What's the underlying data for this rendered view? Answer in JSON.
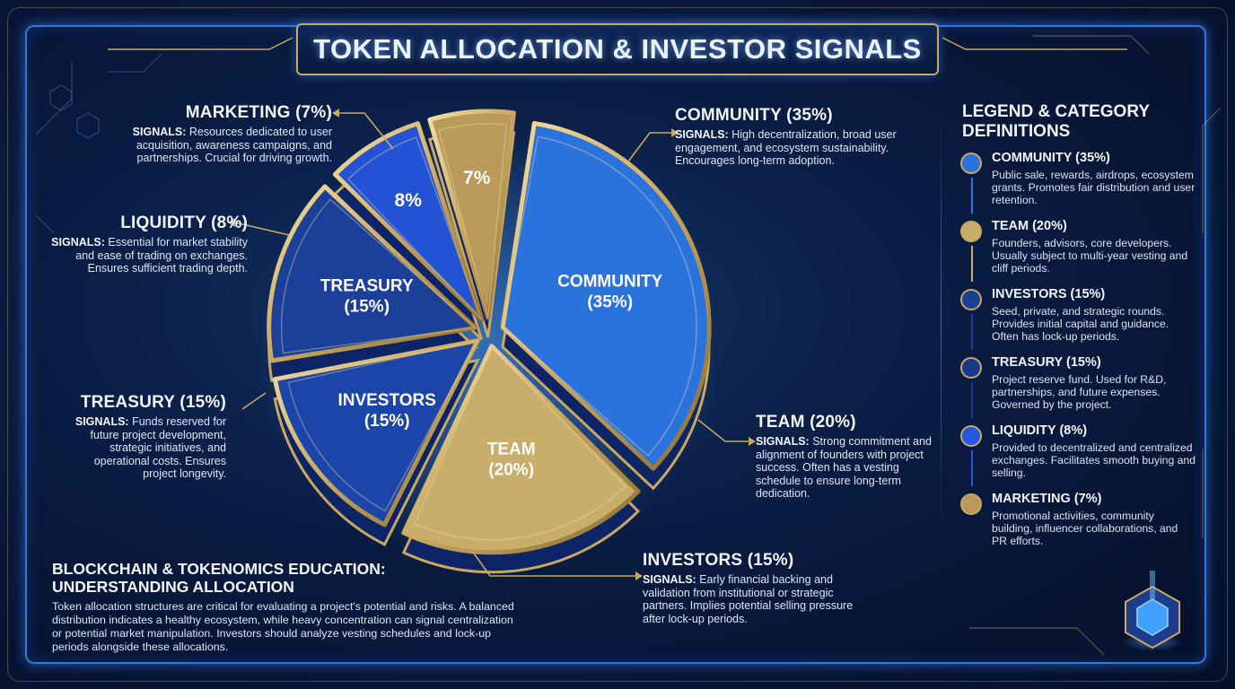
{
  "title": "TOKEN ALLOCATION & INVESTOR SIGNALS",
  "colors": {
    "blue": "#2a6fd6",
    "deep_blue": "#1a3c9c",
    "gold": "#c9a860",
    "frame": "#2e78e0"
  },
  "chart_data": {
    "type": "pie",
    "categories": [
      "COMMUNITY",
      "TEAM",
      "INVESTORS",
      "TREASURY",
      "LIQUIDITY",
      "MARKETING"
    ],
    "values": [
      35,
      20,
      15,
      15,
      8,
      7
    ],
    "slice_labels": [
      "COMMUNITY (35%)",
      "TEAM (20%)",
      "INVESTORS (15%)",
      "TREASURY (15%)",
      "8%",
      "7%"
    ],
    "slice_colors": [
      "#2a72dc",
      "#c9ad6a",
      "#1b45a8",
      "#1c3f9a",
      "#2253d4",
      "#b99a5a"
    ]
  },
  "signals_prefix": "SIGNALS:",
  "annotations": {
    "community": {
      "head": "COMMUNITY (35%)",
      "text": "High decentralization, broad user engagement, and ecosystem sustainability. Encourages long-term adoption."
    },
    "marketing": {
      "head": "MARKETING (7%)",
      "text": "Resources dedicated to user acquisition, awareness campaigns, and partnerships. Crucial for driving growth."
    },
    "liquidity": {
      "head": "LIQUIDITY (8%)",
      "text": "Essential for market stability and ease of trading on exchanges. Ensures sufficient trading depth."
    },
    "treasury": {
      "head": "TREASURY (15%)",
      "text": "Funds reserved for future project development, strategic initiatives, and operational costs. Ensures project longevity."
    },
    "team": {
      "head": "TEAM (20%)",
      "text": "Strong commitment and alignment of founders with project success. Often has a vesting schedule to ensure long-term dedication."
    },
    "investors": {
      "head": "INVESTORS (15%)",
      "text": "Early financial backing and validation from institutional or strategic partners. Implies potential selling pressure after lock-up periods."
    }
  },
  "legend": {
    "title": "LEGEND & CATEGORY DEFINITIONS",
    "items": [
      {
        "label": "COMMUNITY (35%)",
        "text": "Public sale, rewards, airdrops, ecosystem grants. Promotes fair distribution and user retention.",
        "color": "#2a72dc"
      },
      {
        "label": "TEAM (20%)",
        "text": "Founders, advisors, core developers. Usually subject to multi-year vesting and cliff periods.",
        "color": "#c9ad6a"
      },
      {
        "label": "INVESTORS (15%)",
        "text": "Seed, private, and strategic rounds. Provides initial capital and guidance. Often has lock-up periods.",
        "color": "#1b3f96"
      },
      {
        "label": "TREASURY (15%)",
        "text": "Project reserve fund. Used for R&D, partnerships, and future expenses. Governed by the project.",
        "color": "#183a8e"
      },
      {
        "label": "LIQUIDITY (8%)",
        "text": "Provided to decentralized and centralized exchanges. Facilitates smooth buying and selling.",
        "color": "#2258e0"
      },
      {
        "label": "MARKETING (7%)",
        "text": "Promotional activities, community building, influencer collaborations, and PR efforts.",
        "color": "#b99a5a"
      }
    ]
  },
  "education": {
    "heading": "BLOCKCHAIN & TOKENOMICS EDUCATION: UNDERSTANDING ALLOCATION",
    "text": "Token allocation structures are critical for evaluating a project's potential and risks. A balanced distribution indicates a healthy ecosystem, while heavy concentration can signal centralization or potential market manipulation. Investors should analyze vesting schedules and lock-up periods alongside these allocations."
  }
}
